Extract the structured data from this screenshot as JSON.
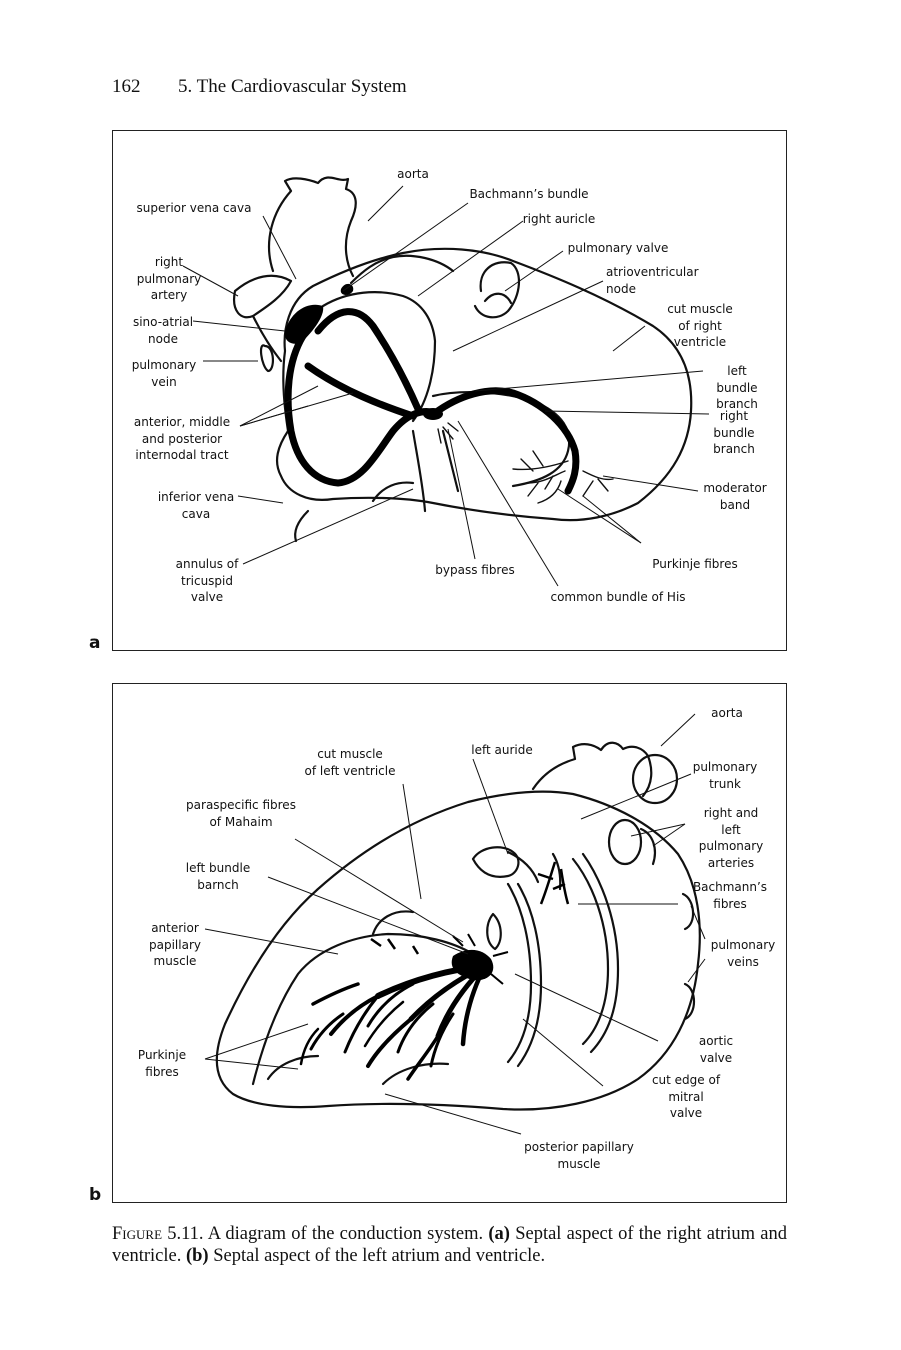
{
  "running_head": {
    "page_number": "162",
    "chapter": "5. The Cardiovascular System"
  },
  "figure_a": {
    "panel_label": "a",
    "labels": {
      "aorta": "aorta",
      "bachmann": "Bachmann’s bundle",
      "svc": "superior vena cava",
      "right_auricle": "right auricle",
      "pulmonary_valve": "pulmonary valve",
      "right_pulmonary_artery": "right\npulmonary\nartery",
      "av_node": "atrioventricular\nnode",
      "cut_muscle_rv": "cut muscle\nof right\nventricle",
      "sa_node": "sino-atrial\nnode",
      "pulmonary_vein": "pulmonary\nvein",
      "left_bundle_branch": "left bundle\nbranch",
      "internodal": "anterior, middle\nand posterior\ninternodal tract",
      "right_bundle_branch": "right\nbundle\nbranch",
      "ivc": "inferior vena\ncava",
      "moderator_band": "moderator\nband",
      "tricuspid": "annulus of\ntricuspid\nvalve",
      "bypass": "bypass fibres",
      "purkinje": "Purkinje fibres",
      "his": "common bundle of His"
    }
  },
  "figure_b": {
    "panel_label": "b",
    "labels": {
      "aorta": "aorta",
      "cut_muscle_lv": "cut muscle\nof left ventricle",
      "left_auricle": "left auride",
      "pulmonary_trunk": "pulmonary\ntrunk",
      "mahaim": "paraspecific fibres\nof Mahaim",
      "rl_pulmonary_arteries": "right and left\npulmonary\narteries",
      "left_bundle": "left bundle\nbarnch",
      "bachmann": "Bachmann’s\nfibres",
      "anterior_papillary": "anterior\npapillary\nmuscle",
      "pulmonary_veins": "pulmonary\nveins",
      "aortic_valve": "aortic valve",
      "purkinje": "Purkinje\nfibres",
      "mitral": "cut edge of mitral\nvalve",
      "posterior_papillary": "posterior papillary\nmuscle"
    }
  },
  "caption": {
    "label": "Figure 5.11.",
    "text1": "A diagram of the conduction system.",
    "a_marker": "(a)",
    "a_text": "Septal aspect of the right atrium and ventricle.",
    "b_marker": "(b)",
    "b_text": "Septal aspect of the left atrium and ventricle."
  }
}
